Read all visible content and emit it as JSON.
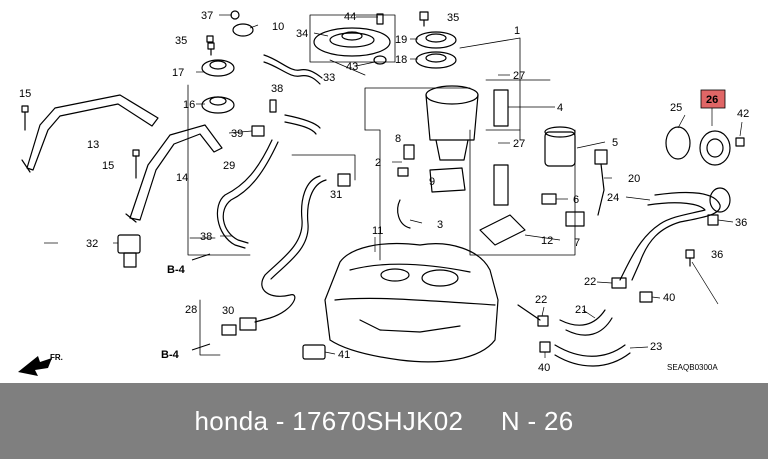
{
  "callouts": {
    "n1": "1",
    "n2": "2",
    "n3": "3",
    "n4": "4",
    "n5": "5",
    "n6": "6",
    "n7": "7",
    "n8": "8",
    "n9": "9",
    "n10": "10",
    "n11": "11",
    "n12": "12",
    "n13": "13",
    "n14": "14",
    "n15a": "15",
    "n15b": "15",
    "n16": "16",
    "n17": "17",
    "n18": "18",
    "n19": "19",
    "n20": "20",
    "n21": "21",
    "n22a": "22",
    "n22b": "22",
    "n23": "23",
    "n24": "24",
    "n25": "25",
    "n26": "26",
    "n27a": "27",
    "n27b": "27",
    "n28": "28",
    "n29": "29",
    "n30": "30",
    "n31": "31",
    "n32": "32",
    "n33": "33",
    "n34": "34",
    "n35a": "35",
    "n35b": "35",
    "n36a": "36",
    "n36b": "36",
    "n37": "37",
    "n38a": "38",
    "n38b": "38",
    "n39": "39",
    "n40a": "40",
    "n40b": "40",
    "n41": "41",
    "n42": "42",
    "n43": "43",
    "n44": "44"
  },
  "refs": {
    "b4_upper": "B-4",
    "b4_lower": "B-4",
    "front": "FR."
  },
  "diagram_code": "SEAQB0300A",
  "highlight_color": "#e06666",
  "footer": {
    "text": "honda - 17670SHJK02     N - 26"
  }
}
